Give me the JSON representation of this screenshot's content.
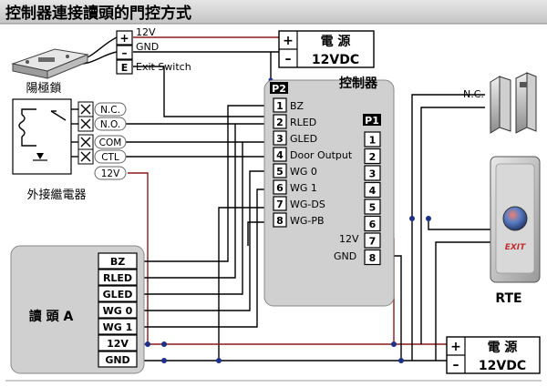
{
  "title": "控制器連接讀頭的門控方式",
  "top_terminal": {
    "rows": [
      "+",
      "–",
      "E"
    ],
    "labels": [
      "12V",
      "GND",
      "Exit Switch"
    ]
  },
  "lock_label": "陽極鎖",
  "top_power": {
    "signs": [
      "+",
      "–"
    ],
    "title": "電 源",
    "voltage": "12VDC"
  },
  "controller": {
    "label": "控制器",
    "p2_tag": "P2",
    "p1_tag": "P1",
    "p2_pins": [
      "1",
      "2",
      "3",
      "4",
      "5",
      "6",
      "7",
      "8"
    ],
    "p2_labels": [
      "BZ",
      "RLED",
      "GLED",
      "Door Output",
      "WG 0",
      "WG 1",
      "WG-DS",
      "WG-PB"
    ],
    "p1_pins": [
      "1",
      "2",
      "3",
      "4",
      "5",
      "6",
      "7",
      "8"
    ],
    "p1_side_labels": [
      "12V",
      "GND"
    ]
  },
  "relay": {
    "terminals": [
      "N.C.",
      "N.O.",
      "COM",
      "CTL",
      "12V"
    ],
    "label": "外接繼電器"
  },
  "reader": {
    "label": "讀 頭 A",
    "pins": [
      "BZ",
      "RLED",
      "GLED",
      "WG 0",
      "WG 1",
      "12V",
      "GND"
    ]
  },
  "exit_switch": {
    "nc_label": "N.C.",
    "button_text": "EXIT",
    "label": "RTE"
  },
  "bottom_power": {
    "signs": [
      "+",
      "–"
    ],
    "title": "電 源",
    "voltage": "12VDC"
  },
  "colors": {
    "red_wire": "#8a1a1a",
    "blue_wire": "#1c2f8a",
    "title_bar": "#d6d6d6",
    "panel": "#d0d0d0"
  }
}
